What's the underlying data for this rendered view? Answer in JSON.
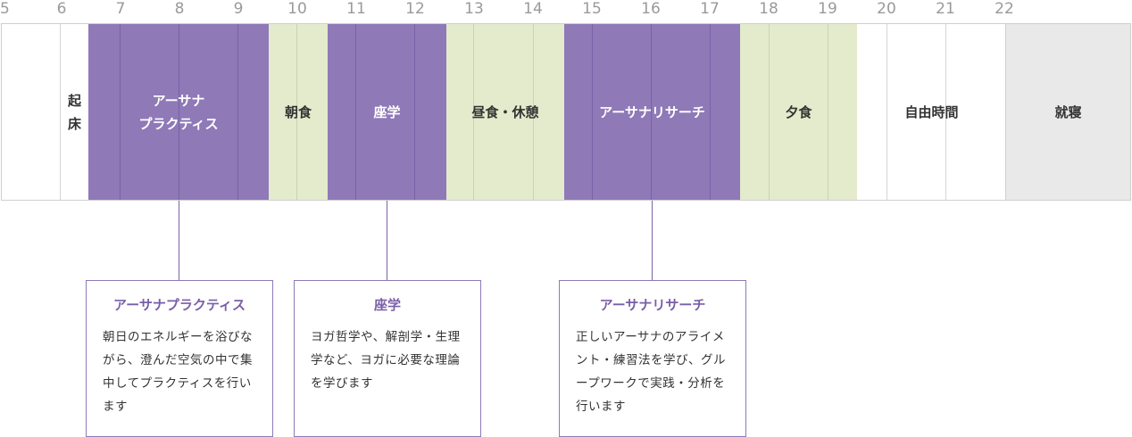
{
  "hours": [
    "5",
    "6",
    "7",
    "8",
    "9",
    "10",
    "11",
    "12",
    "13",
    "14",
    "15",
    "16",
    "17",
    "18",
    "19",
    "20",
    "21",
    "22"
  ],
  "activities": [
    {
      "id": "wake",
      "label": "起\n床",
      "style": "white"
    },
    {
      "id": "asana-practice",
      "label": "アーサナ\nプラクティス",
      "style": "purple"
    },
    {
      "id": "breakfast",
      "label": "朝食",
      "style": "green"
    },
    {
      "id": "lecture",
      "label": "座学",
      "style": "purple"
    },
    {
      "id": "lunch-rest",
      "label": "昼食・休憩",
      "style": "green"
    },
    {
      "id": "asana-research",
      "label": "アーサナリサーチ",
      "style": "purple"
    },
    {
      "id": "dinner",
      "label": "夕食",
      "style": "green"
    },
    {
      "id": "free-time",
      "label": "自由時間",
      "style": "white"
    },
    {
      "id": "bedtime",
      "label": "就寝",
      "style": "gray"
    }
  ],
  "details": [
    {
      "id": "asana-practice",
      "title": "アーサナプラクティス",
      "body": "朝日のエネルギーを浴びながら、澄んだ空気の中で集中してプラクティスを行います"
    },
    {
      "id": "lecture",
      "title": "座学",
      "body": "ヨガ哲学や、解剖学・生理学など、ヨガに必要な理論を学びます"
    },
    {
      "id": "asana-research",
      "title": "アーサナリサーチ",
      "body": "正しいアーサナのアライメント・練習法を学び、グループワークで実践・分析を行います"
    }
  ],
  "colors": {
    "purple": "#8f79b7",
    "green": "#e3ebcc",
    "gray": "#e9e9e9",
    "title": "#7a5ea8"
  }
}
